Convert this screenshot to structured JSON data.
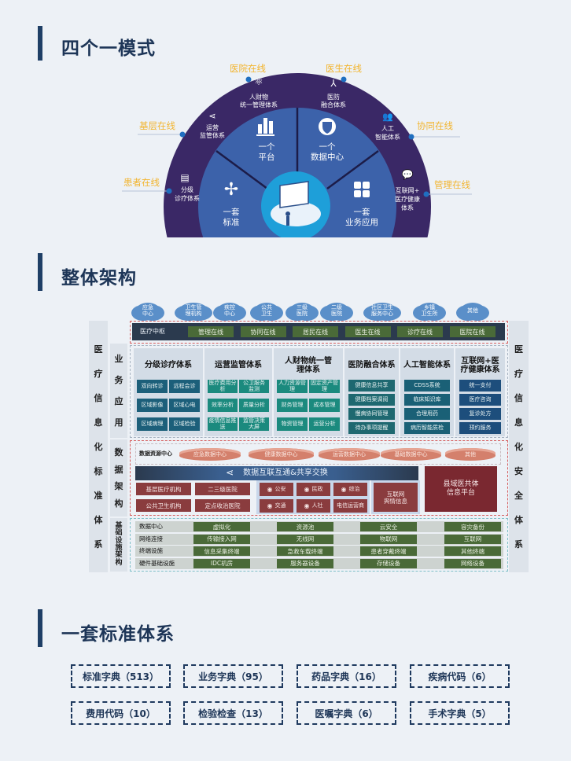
{
  "sections": {
    "s1": "四个一模式",
    "s2": "整体架构",
    "s3": "一套标准体系"
  },
  "mode": {
    "online": [
      "医院在线",
      "医生在线",
      "基层在线",
      "协同在线",
      "患者在线",
      "管理在线"
    ],
    "outer": [
      {
        "icon": "atom-icon",
        "l1": "人财物",
        "l2": "统一管理体系"
      },
      {
        "icon": "share-icon",
        "l1": "运营",
        "l2": "监管体系"
      },
      {
        "icon": "document-icon",
        "l1": "分级",
        "l2": "诊疗体系"
      },
      {
        "icon": "branch-icon",
        "l1": "医防",
        "l2": "融合体系"
      },
      {
        "icon": "people-icon",
        "l1": "人工",
        "l2": "智能体系"
      },
      {
        "icon": "chat-user-icon",
        "l1": "互联网+",
        "l2": "医疗健康",
        "l3": "体系"
      }
    ],
    "inner": [
      {
        "icon": "bar-chart-icon",
        "l1": "一个",
        "l2": "平台"
      },
      {
        "icon": "shield-icon",
        "l1": "一个",
        "l2": "数据中心"
      },
      {
        "icon": "medical-cross-icon",
        "l1": "一套",
        "l2": "标准"
      },
      {
        "icon": "grid-icon",
        "l1": "一套",
        "l2": "业务应用"
      }
    ],
    "colors": {
      "outer": "#3a2866",
      "mid": "#3c62aa",
      "center": "#1e9fd9",
      "label": "#f2b530"
    }
  },
  "arch": {
    "left_col": [
      "医",
      "疗",
      "信",
      "息",
      "化",
      "标",
      "准",
      "体",
      "系"
    ],
    "right_col": [
      "医",
      "疗",
      "信",
      "息",
      "化",
      "安",
      "全",
      "体",
      "系"
    ],
    "layer_labels": {
      "business": [
        "业",
        "务",
        "应",
        "用"
      ],
      "data": [
        "数",
        "据",
        "架",
        "构"
      ],
      "infra": [
        "基",
        "础",
        "设",
        "施",
        "架",
        "构"
      ]
    },
    "clouds": [
      "应急\n中心",
      "卫生管\n理机构",
      "疾控\n中心",
      "公共\n卫生",
      "三级\n医院",
      "二级\n医院",
      "社区卫生\n服务中心",
      "乡镇\n卫生所",
      "其他"
    ],
    "hub": {
      "label": "医疗中枢",
      "items": [
        "管理在线",
        "协同在线",
        "居民在线",
        "医生在线",
        "诊疗在线",
        "医院在线"
      ]
    },
    "business": [
      {
        "title": "分级诊疗体系",
        "items": [
          "双向转诊",
          "远程会诊",
          "区域影像",
          "区域心电",
          "区域病理",
          "区域检验"
        ]
      },
      {
        "title": "运营监管体系",
        "items": [
          "医疗费用分\n析",
          "公卫服务\n监测",
          "效率分析",
          "质量分析",
          "疫情信息推\n送",
          "监管决策\n大屏"
        ]
      },
      {
        "title": "人财物统一管\n理体系",
        "items": [
          "人力资源管\n理",
          "固定资产管\n理",
          "财务管理",
          "成本管理",
          "物资管理",
          "运营分析"
        ]
      },
      {
        "title": "医防融合体系",
        "items": [
          "健康信息共享",
          "健康档案调阅",
          "慢病协同管理",
          "待办事项提醒"
        ]
      },
      {
        "title": "人工智能体系",
        "items": [
          "CDSS系统",
          "临床知识库",
          "合理用药",
          "病历智能质检"
        ]
      },
      {
        "title": "互联网+医\n疗健康体系",
        "items": [
          "统一支付",
          "医疗咨询",
          "复诊处方",
          "预约服务"
        ]
      }
    ],
    "data": {
      "resource_label": "数据资源中心",
      "resources": [
        "应急数据中心",
        "健康数据中心",
        "运营数据中心",
        "基础数据中心",
        "其他"
      ],
      "exchange": "数据互联互通&共享交换",
      "institutions": [
        "基层医疗机构",
        "二三级医院",
        "公共卫生机构",
        "定点收治医院"
      ],
      "agencies": [
        "公安",
        "民政",
        "综治",
        "交通",
        "人社",
        "电信运营商"
      ],
      "internet": "互联网\n舆情信息",
      "platform": "县域医共体\n信息平台"
    },
    "infra": [
      {
        "label": "数据中心",
        "items": [
          "虚拟化",
          "资源池",
          "云安全",
          "容灾备份"
        ]
      },
      {
        "label": "网络连接",
        "items": [
          "传输接入网",
          "无线网",
          "物联网",
          "互联网"
        ]
      },
      {
        "label": "终端设施",
        "items": [
          "信息采集终端",
          "急救车载终端",
          "患者穿戴终端",
          "其他终端"
        ]
      },
      {
        "label": "硬件基础设施",
        "items": [
          "IDC机房",
          "服务器设备",
          "存储设备",
          "网络设备"
        ]
      }
    ]
  },
  "standards": [
    "标准字典（513）",
    "业务字典（95）",
    "药品字典（16）",
    "疾病代码（6）",
    "费用代码（10）",
    "检验检查（13）",
    "医嘱字典（6）",
    "手术字典（5）"
  ]
}
